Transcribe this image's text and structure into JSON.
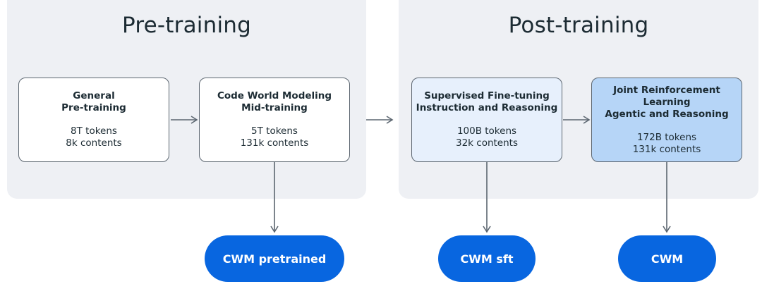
{
  "phases": {
    "pre_training": "Pre-training",
    "post_training": "Post-training"
  },
  "stages": [
    {
      "name_line1": "General",
      "name_line2": "Pre-training",
      "tokens": "8T tokens",
      "contents": "8k contents"
    },
    {
      "name_line1": "Code World Modeling",
      "name_line2": "Mid-training",
      "tokens": "5T tokens",
      "contents": "131k contents"
    },
    {
      "name_line1": "Supervised Fine-tuning",
      "name_line2": "Instruction and Reasoning",
      "tokens": "100B tokens",
      "contents": "32k contents"
    },
    {
      "name_line1": "Joint Reinforcement Learning",
      "name_line2": "Agentic and Reasoning",
      "tokens": "172B tokens",
      "contents": "131k contents"
    }
  ],
  "outputs": {
    "pretrained": "CWM pretrained",
    "sft": "CWM sft",
    "final": "CWM"
  },
  "colors": {
    "panel_bg": "#eef0f4",
    "stage_white": "#ffffff",
    "stage_light_blue": "#e7f0fc",
    "stage_mid_blue": "#b6d5f7",
    "output_blue": "#0866e0",
    "arrow": "#5c6670"
  }
}
